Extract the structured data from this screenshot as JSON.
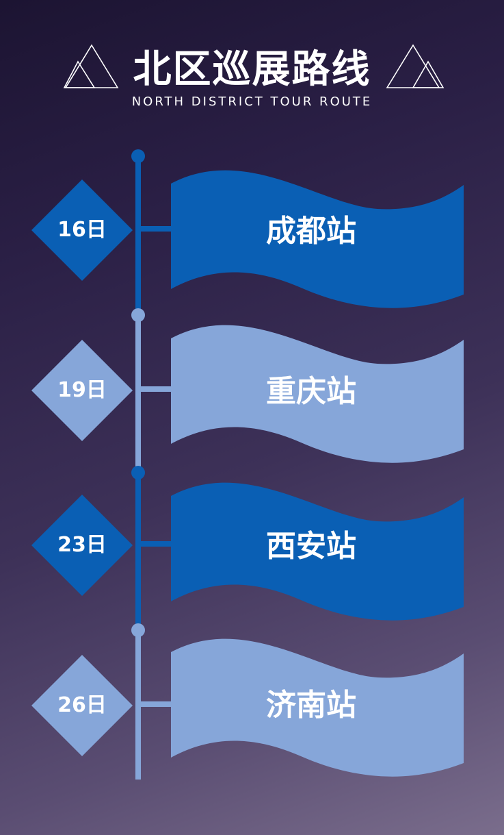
{
  "header": {
    "title": "北区巡展路线",
    "subtitle": "NORTH DISTRICT TOUR ROUTE"
  },
  "colors": {
    "dark_blue": "#0a5fb4",
    "light_blue": "#86a6d9",
    "white": "#ffffff"
  },
  "stops": [
    {
      "date": "16日",
      "city": "成都站",
      "style": "dark"
    },
    {
      "date": "19日",
      "city": "重庆站",
      "style": "light"
    },
    {
      "date": "23日",
      "city": "西安站",
      "style": "dark"
    },
    {
      "date": "26日",
      "city": "济南站",
      "style": "light"
    }
  ]
}
